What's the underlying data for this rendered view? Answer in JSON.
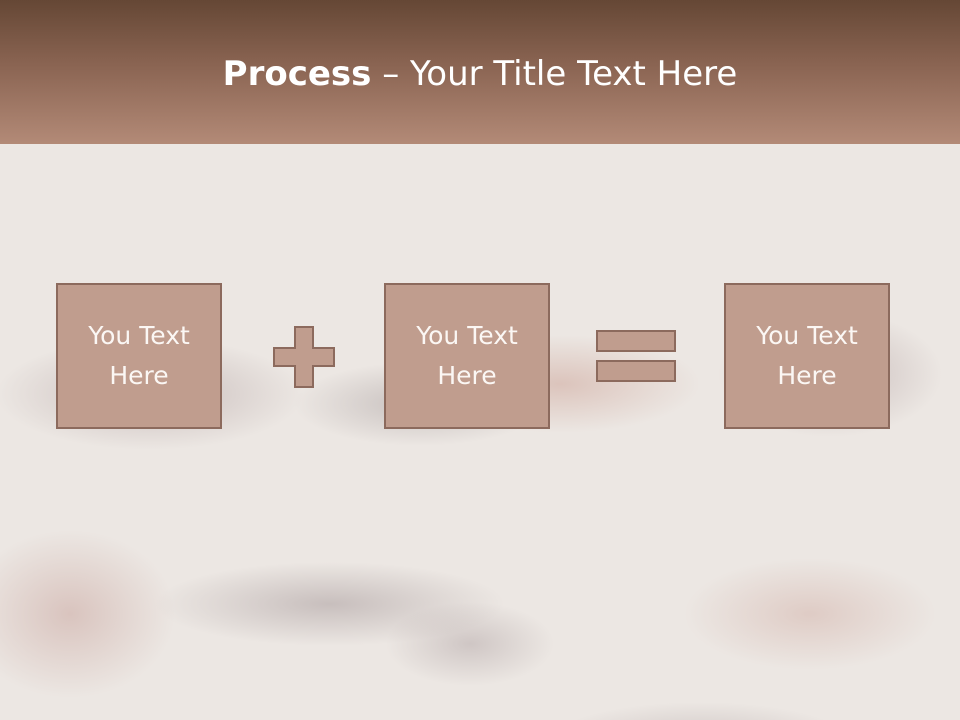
{
  "slide": {
    "title_bold": "Process",
    "title_separator": " – ",
    "title_rest": "Your Title Text Here",
    "boxes": [
      {
        "text": "You Text Here"
      },
      {
        "text": "You Text Here"
      },
      {
        "text": "You Text Here"
      }
    ],
    "operators": [
      "plus-icon",
      "equals-icon"
    ]
  },
  "colors": {
    "header_top": "#654735",
    "header_bottom": "#b38a77",
    "box_fill": "#c09d8e",
    "box_border": "#8c6a5d",
    "text": "#ffffff"
  }
}
